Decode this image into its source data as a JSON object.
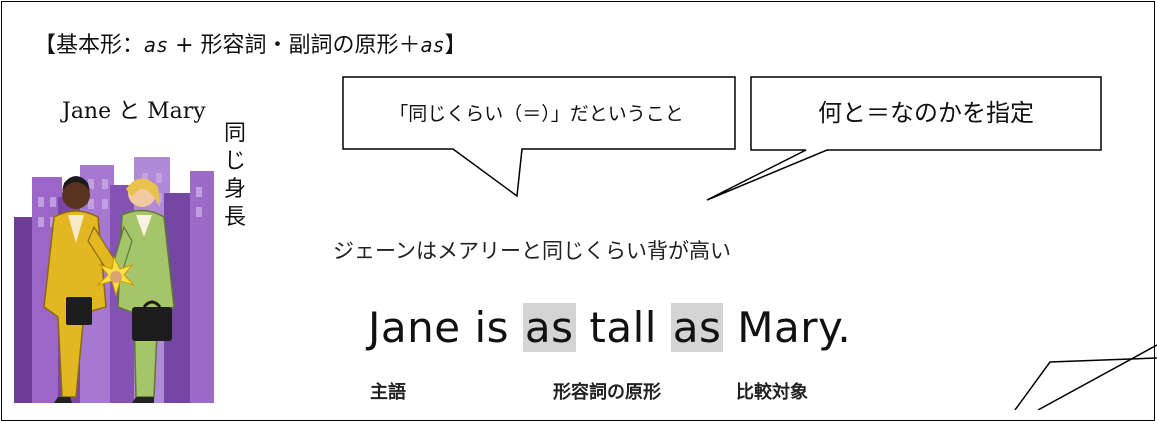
{
  "title": {
    "open_bracket": "【",
    "label": "基本形：",
    "as1": "as",
    "plus1": " + ",
    "middle": "形容詞・副詞の原形＋",
    "as2": "as",
    "close_bracket": "】"
  },
  "illustration": {
    "names": "Jane と Mary",
    "vertical_chars": [
      "同",
      "じ",
      "身",
      "長"
    ]
  },
  "callouts": {
    "same_degree": "「同じくらい（＝）」だということ",
    "compare_target": "何と＝なのかを指定"
  },
  "sentence": {
    "japanese": "ジェーンはメアリーと同じくらい背が高い",
    "english": {
      "subject": "Jane",
      "verb": "is",
      "as1": "as",
      "adjective": "tall",
      "as2": "as",
      "object": "Mary."
    }
  },
  "labels": {
    "subject": "主語",
    "adjective_base": "形容詞の原形",
    "comparison_target": "比較対象"
  },
  "colors": {
    "highlight": "#d4d4d4",
    "purple_background": "#8b55b6",
    "yellow_suit": "#e3b722",
    "green_suit": "#a6c46a"
  }
}
